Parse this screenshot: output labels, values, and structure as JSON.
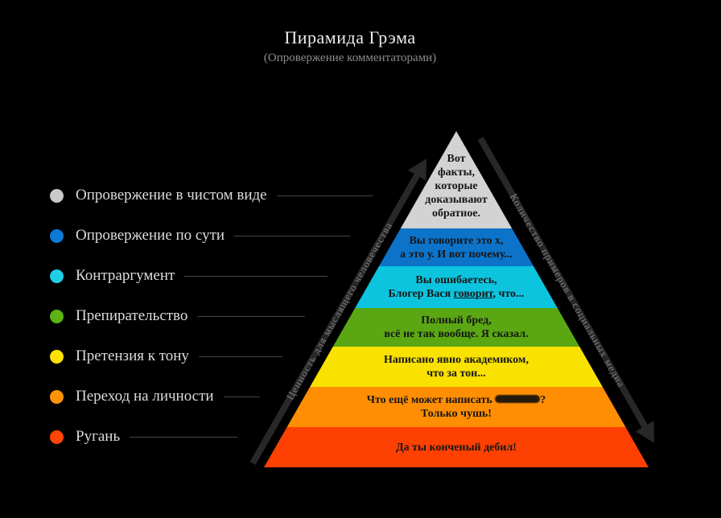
{
  "title": "Пирамида Грэма",
  "subtitle": "(Опровержение комментаторами)",
  "legend": [
    {
      "id": "refuting-central-point",
      "label": "Опровержение в чистом виде",
      "color": "#c9c9c9"
    },
    {
      "id": "refutation",
      "label": "Опровержение по сути",
      "color": "#0c79d5"
    },
    {
      "id": "counterargument",
      "label": "Контраргумент",
      "color": "#1fcde4"
    },
    {
      "id": "contradiction",
      "label": "Препирательство",
      "color": "#5cb414"
    },
    {
      "id": "responding-to-tone",
      "label": "Претензия к тону",
      "color": "#ffe203"
    },
    {
      "id": "ad-hominem",
      "label": "Переход на личности",
      "color": "#ff9306"
    },
    {
      "id": "name-calling",
      "label": "Ругань",
      "color": "#ff4503"
    }
  ],
  "pyramid": {
    "levels": [
      {
        "id": "refuting-central-point",
        "color": "#d3d3d3",
        "lines": [
          "Вот",
          "факты,",
          "которые",
          "доказывают",
          "обратное."
        ]
      },
      {
        "id": "refutation",
        "color": "#0d73c9",
        "lines": [
          "Вы говорите это х,",
          "а это у. И вот почему..."
        ]
      },
      {
        "id": "counterargument",
        "color": "#0cc4de",
        "lines": [
          "Вы ошибаетесь,",
          {
            "pre": "Блогер Вася ",
            "underline": "говорит",
            "post": ", что..."
          }
        ]
      },
      {
        "id": "contradiction",
        "color": "#5aa713",
        "lines": [
          "Полный бред,",
          "всё не так вообще. Я сказал."
        ]
      },
      {
        "id": "responding-to-tone",
        "color": "#f9e100",
        "lines": [
          "Написано явно академиком,",
          "что за тон..."
        ]
      },
      {
        "id": "ad-hominem",
        "color": "#ff8e02",
        "lines": [
          {
            "pre": "Что ещё может написать ",
            "censored": true,
            "post": "?"
          },
          "Только чушь!"
        ]
      },
      {
        "id": "name-calling",
        "color": "#fe4002",
        "lines": [
          "Да ты конченый дебил!"
        ]
      }
    ]
  },
  "axes": {
    "left": "Ценность для мыслящего человечества",
    "right": "Количество примеров в социальных медиа"
  }
}
